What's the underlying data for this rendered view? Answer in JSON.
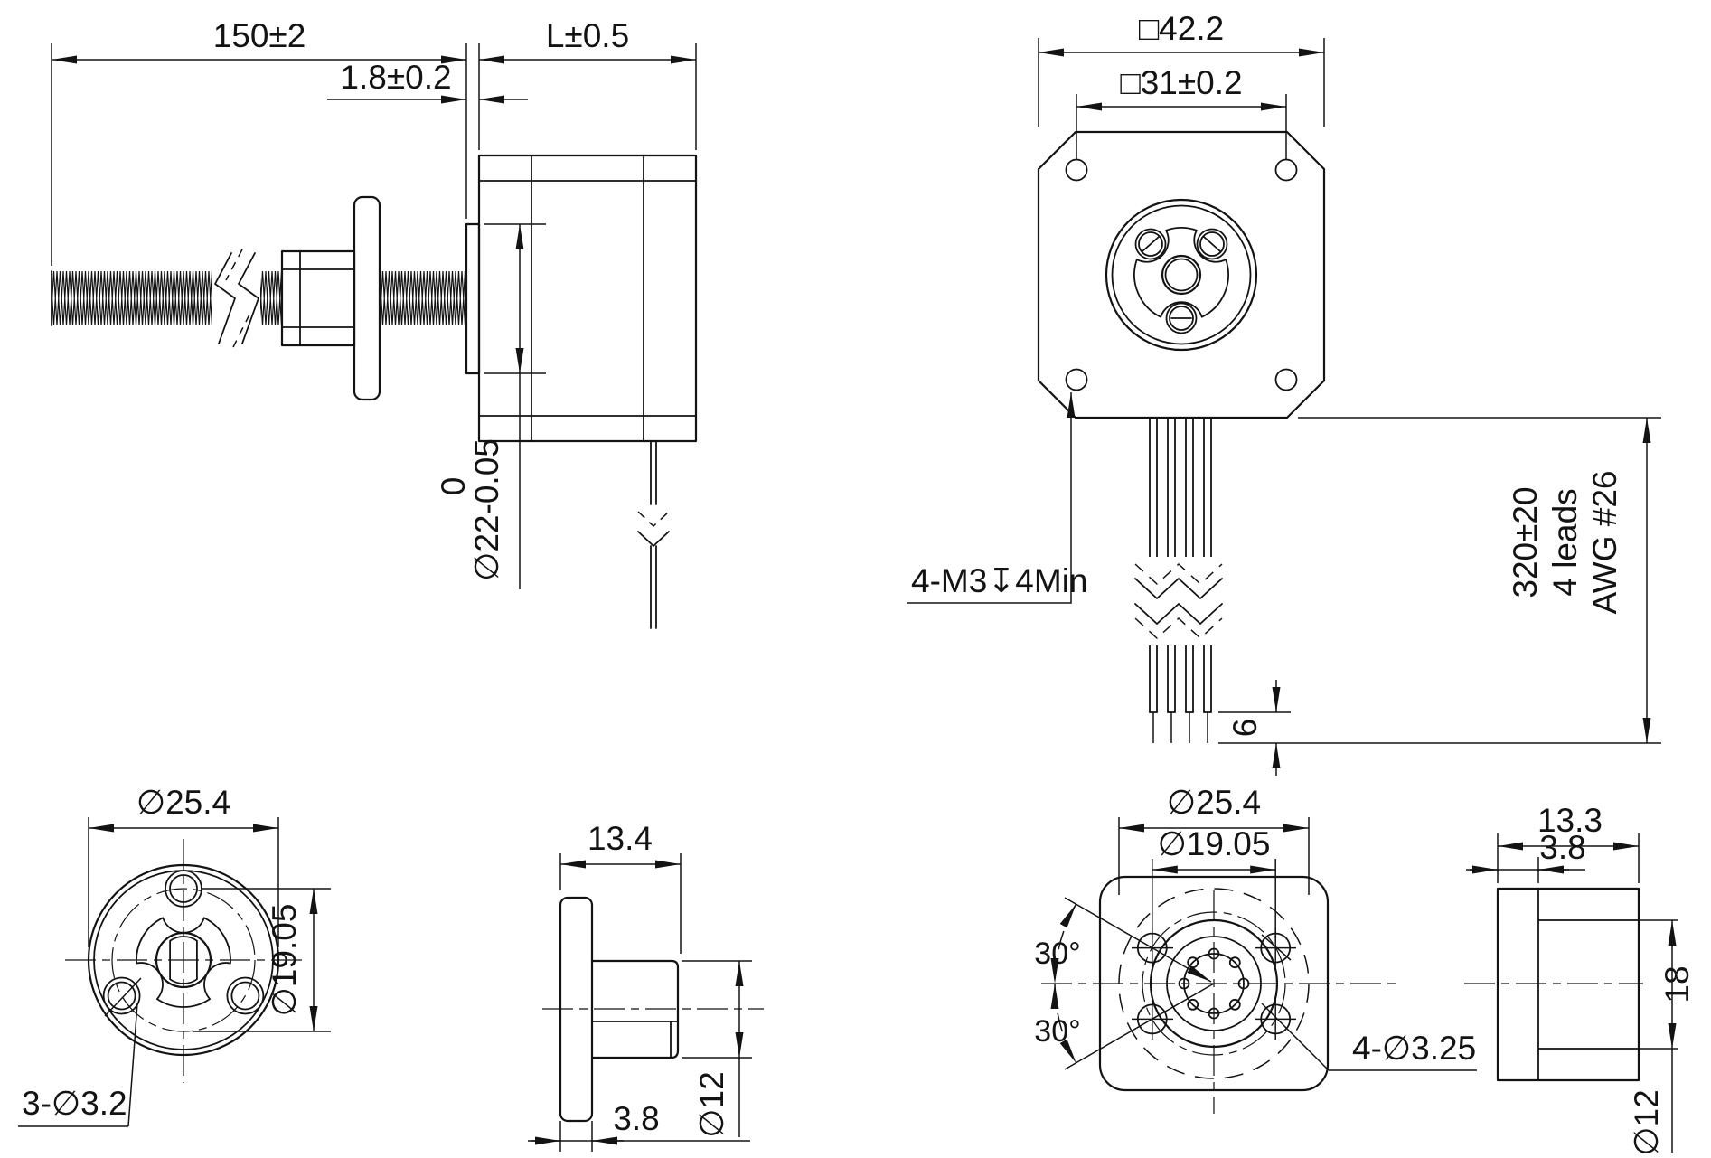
{
  "drawing_type": "engineering-drawing",
  "colors": {
    "background": "#ffffff",
    "lines": "#131313"
  },
  "views": {
    "side_assembly": {
      "dims": {
        "screw_length": "150±2",
        "motor_length": "L±0.5",
        "pilot_height": "1.8±0.2",
        "pilot_upper_tol": "0",
        "pilot_diameter": "∅22-0.05"
      }
    },
    "front_face": {
      "dims": {
        "flange_square": "□42.2",
        "mounting_spacing": "□31±0.2",
        "lead_length": "320±20",
        "strip_length": "6"
      },
      "notes": {
        "tapped_holes": "4-M3↧4Min",
        "lead_count": "4 leads",
        "wire_gauge": "AWG #26"
      }
    },
    "nut_front": {
      "dims": {
        "outer_diameter": "∅25.4",
        "bolt_circle": "∅19.05"
      },
      "notes": {
        "holes": "3-∅3.2"
      }
    },
    "nut_side": {
      "dims": {
        "overall_width": "13.4",
        "flange_thickness": "3.8",
        "body_diameter": "∅12"
      }
    },
    "stop_nut_front": {
      "dims": {
        "outer_diameter": "∅25.4",
        "bolt_circle": "∅19.05",
        "angle_upper": "30°",
        "angle_lower": "30°"
      },
      "notes": {
        "holes": "4-∅3.25"
      }
    },
    "stop_nut_side": {
      "dims": {
        "overall_width": "13.3",
        "flange_thickness": "3.8",
        "bore_height": "18",
        "bore_diameter": "∅12"
      }
    }
  }
}
